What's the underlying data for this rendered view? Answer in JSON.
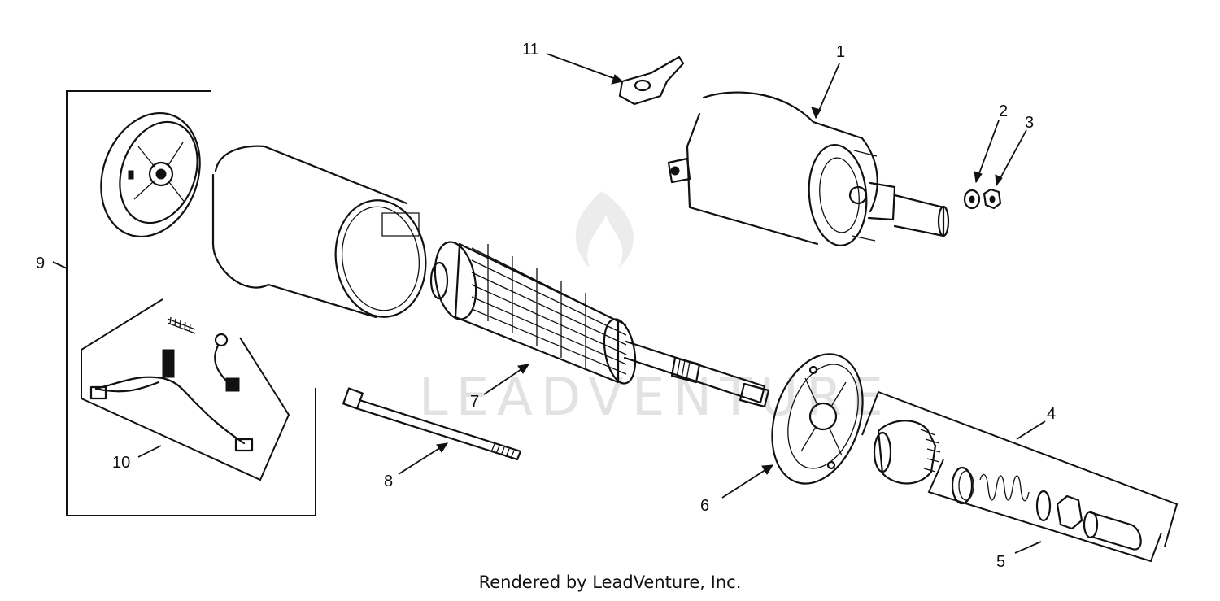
{
  "watermark": {
    "text": "LEADVENTURE"
  },
  "callouts": [
    "1",
    "2",
    "3",
    "4",
    "5",
    "6",
    "7",
    "8",
    "9",
    "10",
    "11"
  ],
  "footer": {
    "credit": "Rendered by LeadVenture, Inc."
  },
  "colors": {
    "ink": "#111111",
    "watermark": "#e2e2e2",
    "background": "#ffffff"
  }
}
